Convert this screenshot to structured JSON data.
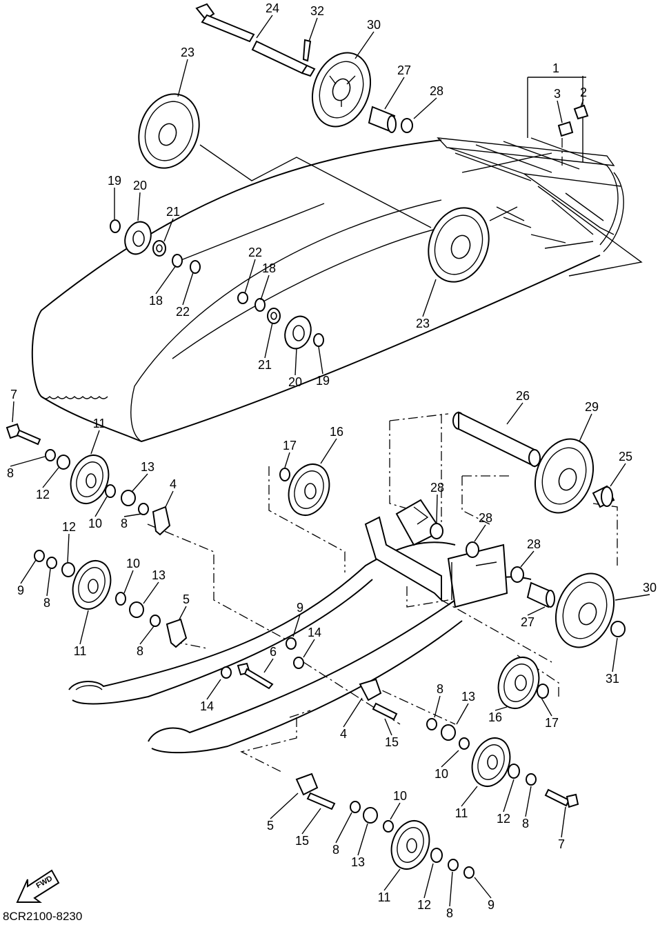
{
  "diagram": {
    "code": "8CR2100-8230",
    "fwd": "FWD",
    "callouts": [
      {
        "id": "c24a",
        "text": "24"
      },
      {
        "id": "c32a",
        "text": "32"
      },
      {
        "id": "c30a",
        "text": "30"
      },
      {
        "id": "c23a",
        "text": "23"
      },
      {
        "id": "c27a",
        "text": "27"
      },
      {
        "id": "c28a",
        "text": "28"
      },
      {
        "id": "c1",
        "text": "1"
      },
      {
        "id": "c3",
        "text": "3"
      },
      {
        "id": "c2",
        "text": "2"
      },
      {
        "id": "c19a",
        "text": "19"
      },
      {
        "id": "c20a",
        "text": "20"
      },
      {
        "id": "c21a",
        "text": "21"
      },
      {
        "id": "c18a",
        "text": "18"
      },
      {
        "id": "c22a",
        "text": "22"
      },
      {
        "id": "c22b",
        "text": "22"
      },
      {
        "id": "c18b",
        "text": "18"
      },
      {
        "id": "c23b",
        "text": "23"
      },
      {
        "id": "c21b",
        "text": "21"
      },
      {
        "id": "c20b",
        "text": "20"
      },
      {
        "id": "c19b",
        "text": "19"
      },
      {
        "id": "c7a",
        "text": "7"
      },
      {
        "id": "c11a",
        "text": "11"
      },
      {
        "id": "c8a",
        "text": "8"
      },
      {
        "id": "c12a",
        "text": "12"
      },
      {
        "id": "c13a",
        "text": "13"
      },
      {
        "id": "c4a",
        "text": "4"
      },
      {
        "id": "c10a",
        "text": "10"
      },
      {
        "id": "c8b",
        "text": "8"
      },
      {
        "id": "c12b",
        "text": "12"
      },
      {
        "id": "c9a",
        "text": "9"
      },
      {
        "id": "c8c",
        "text": "8"
      },
      {
        "id": "c10b",
        "text": "10"
      },
      {
        "id": "c13b",
        "text": "13"
      },
      {
        "id": "c11b",
        "text": "11"
      },
      {
        "id": "c5a",
        "text": "5"
      },
      {
        "id": "c8d",
        "text": "8"
      },
      {
        "id": "c17a",
        "text": "17"
      },
      {
        "id": "c16a",
        "text": "16"
      },
      {
        "id": "c26",
        "text": "26"
      },
      {
        "id": "c29",
        "text": "29"
      },
      {
        "id": "c25",
        "text": "25"
      },
      {
        "id": "c28b",
        "text": "28"
      },
      {
        "id": "c28c",
        "text": "28"
      },
      {
        "id": "c28d",
        "text": "28"
      },
      {
        "id": "c30b",
        "text": "30"
      },
      {
        "id": "c27b",
        "text": "27"
      },
      {
        "id": "c31",
        "text": "31"
      },
      {
        "id": "c9b",
        "text": "9"
      },
      {
        "id": "c14a",
        "text": "14"
      },
      {
        "id": "c6",
        "text": "6"
      },
      {
        "id": "c14b",
        "text": "14"
      },
      {
        "id": "c16b",
        "text": "16"
      },
      {
        "id": "c17b",
        "text": "17"
      },
      {
        "id": "c8e",
        "text": "8"
      },
      {
        "id": "c13c",
        "text": "13"
      },
      {
        "id": "c4b",
        "text": "4"
      },
      {
        "id": "c15a",
        "text": "15"
      },
      {
        "id": "c10c",
        "text": "10"
      },
      {
        "id": "c11c",
        "text": "11"
      },
      {
        "id": "c12c",
        "text": "12"
      },
      {
        "id": "c8f",
        "text": "8"
      },
      {
        "id": "c7b",
        "text": "7"
      },
      {
        "id": "c5b",
        "text": "5"
      },
      {
        "id": "c15b",
        "text": "15"
      },
      {
        "id": "c10d",
        "text": "10"
      },
      {
        "id": "c8g",
        "text": "8"
      },
      {
        "id": "c13d",
        "text": "13"
      },
      {
        "id": "c11d",
        "text": "11"
      },
      {
        "id": "c12d",
        "text": "12"
      },
      {
        "id": "c8h",
        "text": "8"
      },
      {
        "id": "c9c",
        "text": "9"
      }
    ]
  }
}
